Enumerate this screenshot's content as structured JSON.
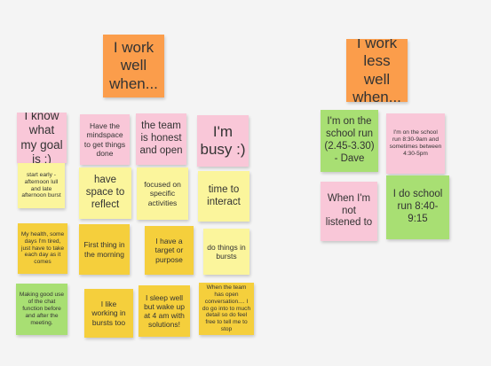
{
  "headers": {
    "work_well": "I work well when...",
    "work_less_well": "I work less well when..."
  },
  "well_notes": [
    {
      "text": "I know what my goal is :)"
    },
    {
      "text": "Have the mindspace to get things done"
    },
    {
      "text": "the team is honest and open"
    },
    {
      "text": "I'm busy :)"
    },
    {
      "text": "start early - afternoon lull and late afternoon burst"
    },
    {
      "text": "have space to reflect"
    },
    {
      "text": "focused on specific activities"
    },
    {
      "text": "time to interact"
    },
    {
      "text": "My health, some days I'm tired, just have to take each day as it comes"
    },
    {
      "text": "First thing in the morning"
    },
    {
      "text": "I have a target or purpose"
    },
    {
      "text": "do things in bursts"
    },
    {
      "text": "Making good use of the chat function before and after the meeting."
    },
    {
      "text": "I like working in bursts too"
    },
    {
      "text": "I sleep well but wake up at 4 am with solutions!"
    },
    {
      "text": "When the team has open conversation.... I do go into to much detail so do feel free to tell me to stop"
    }
  ],
  "less_well_notes": [
    {
      "text": "I'm on the school run (2.45-3.30) - Dave"
    },
    {
      "text": "I'm on the school run 8:30-9am and sometimes between 4:30-5pm"
    },
    {
      "text": "When I'm not listened to"
    },
    {
      "text": "I do school run 8:40-9:15"
    }
  ],
  "colors": {
    "pink": "#f9c7d8",
    "yellow": "#fbf59c",
    "gold": "#f5cf3c",
    "green": "#a8df73",
    "orange": "#fb9d4b",
    "background": "#f4f4f4"
  }
}
